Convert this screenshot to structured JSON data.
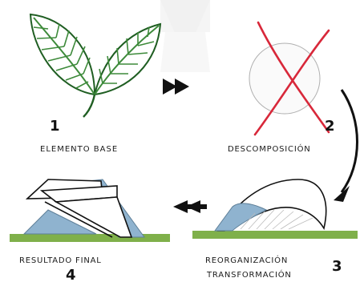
{
  "steps": [
    {
      "number": "1",
      "label": "ELEMENTO BASE"
    },
    {
      "number": "2",
      "label": "DESCOMPOSICIÓN"
    },
    {
      "number": "3",
      "label_line1": "REORGANIZACIÓN",
      "label_line2": "TRANSFORMACIÓN"
    },
    {
      "number": "4",
      "label": "RESULTADO FINAL"
    }
  ],
  "colors": {
    "leaf": "#3d8a3a",
    "leaf_dark": "#1f5e22",
    "cross": "#d8283a",
    "ground": "#7fb04a",
    "blue": "#8fb3cf",
    "ink": "#111111",
    "watermark": "#ececec"
  }
}
